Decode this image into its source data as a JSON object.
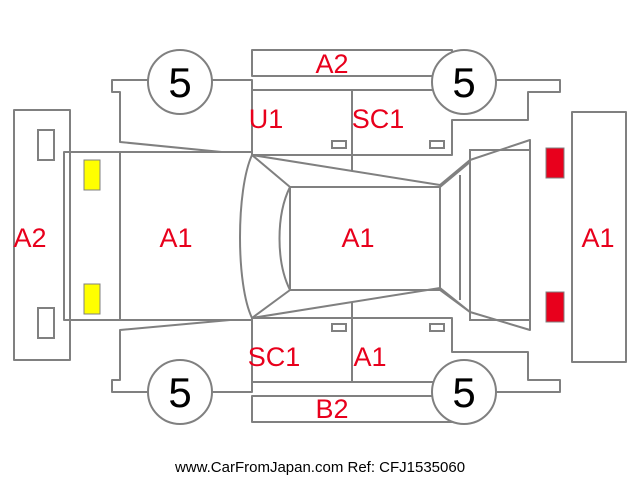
{
  "wheels": {
    "front_left": "5",
    "rear_left": "5",
    "front_right": "5",
    "rear_right": "5"
  },
  "labels": {
    "roof_top": "A2",
    "top_left_door": "U1",
    "top_right_door": "SC1",
    "front_bumper": "A2",
    "hood": "A1",
    "roof": "A1",
    "rear_bumper": "A1",
    "bottom_left_door": "SC1",
    "bottom_right_door": "A1",
    "bottom_sill": "B2"
  },
  "lamp_colors": {
    "front": "#ffff00",
    "rear": "#e8001c"
  },
  "label_color": "#e8001c",
  "footer": "www.CarFromJapan.com Ref: CFJ1535060"
}
